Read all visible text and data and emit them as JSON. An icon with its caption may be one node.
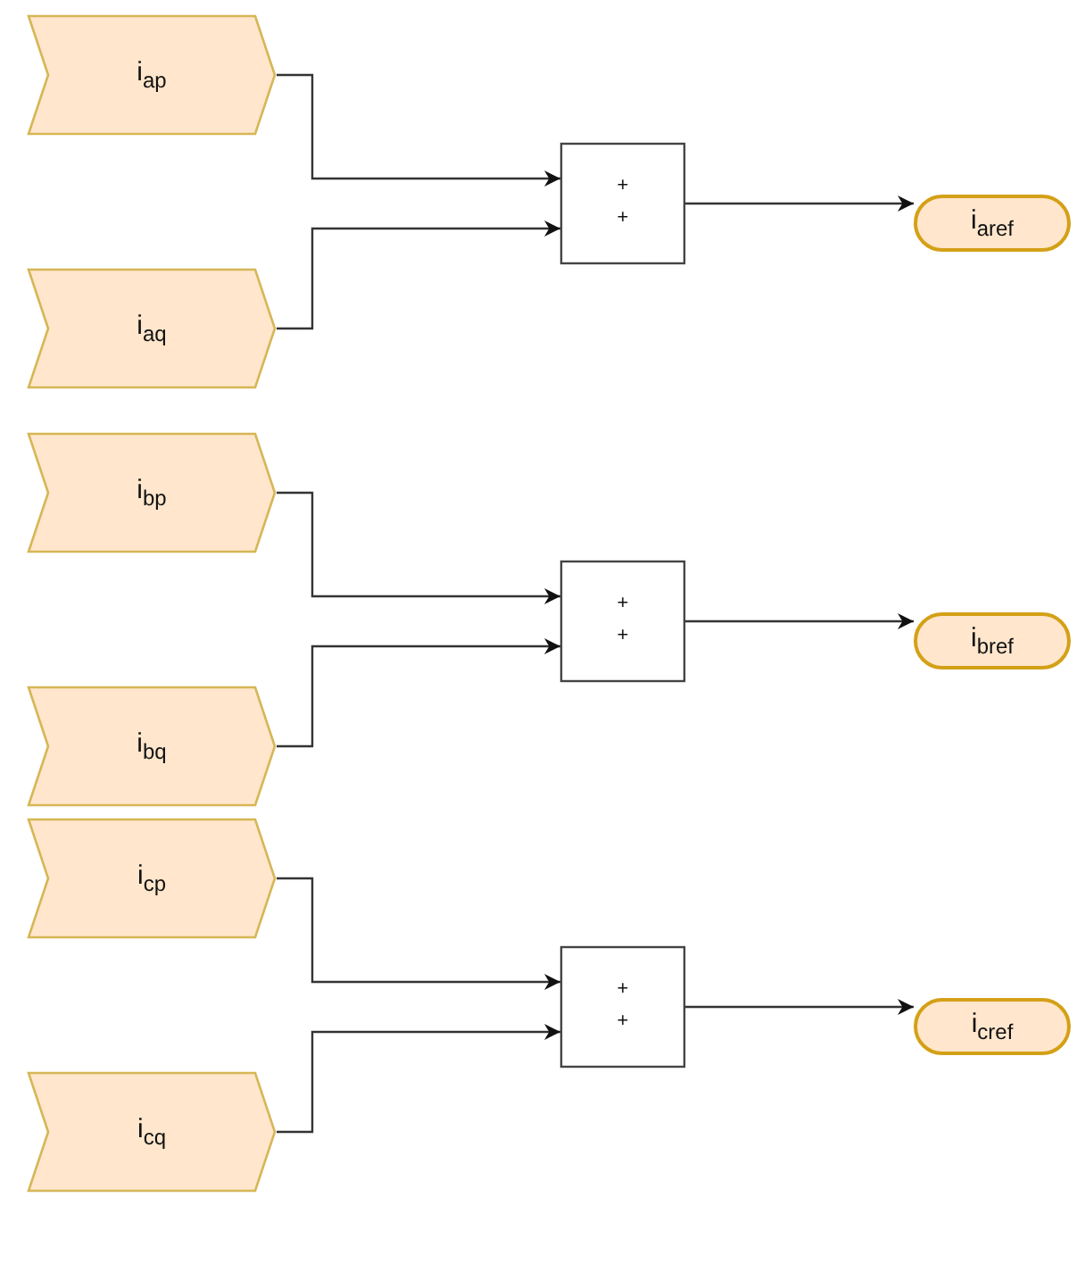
{
  "diagram": {
    "nodes": [
      {
        "text": [
          "i$_{ap}$"
        ]
      },
      {
        "text": [
          "i$_{aq}$"
        ]
      },
      {
        "text": [
          "+",
          "+"
        ]
      },
      {
        "text": [
          "i$_{aref}$"
        ]
      },
      {
        "text": [
          "i$_{bp}$"
        ]
      },
      {
        "text": [
          "i$_{bq}$"
        ]
      },
      {
        "text": [
          "+",
          "+"
        ]
      },
      {
        "text": [
          "i$_{bref}$"
        ]
      },
      {
        "text": [
          "i$_{cp}$"
        ]
      },
      {
        "text": [
          "i$_{cq}$"
        ]
      },
      {
        "text": [
          "+",
          "+"
        ]
      },
      {
        "text": [
          "i$_{cref}$"
        ]
      }
    ],
    "edges": [
      {
        "from": 0,
        "to": 2,
        "arrow": "to"
      },
      {
        "from": 1,
        "to": 2,
        "arrow": "to"
      },
      {
        "from": 2,
        "to": 3,
        "arrow": "to"
      },
      {
        "from": 4,
        "to": 6,
        "arrow": "to"
      },
      {
        "from": 5,
        "to": 6,
        "arrow": "to"
      },
      {
        "from": 6,
        "to": 7,
        "arrow": "to"
      },
      {
        "from": 8,
        "to": 10,
        "arrow": "to"
      },
      {
        "from": 9,
        "to": 10,
        "arrow": "to"
      },
      {
        "from": 10,
        "to": 11,
        "arrow": "to"
      }
    ]
  }
}
